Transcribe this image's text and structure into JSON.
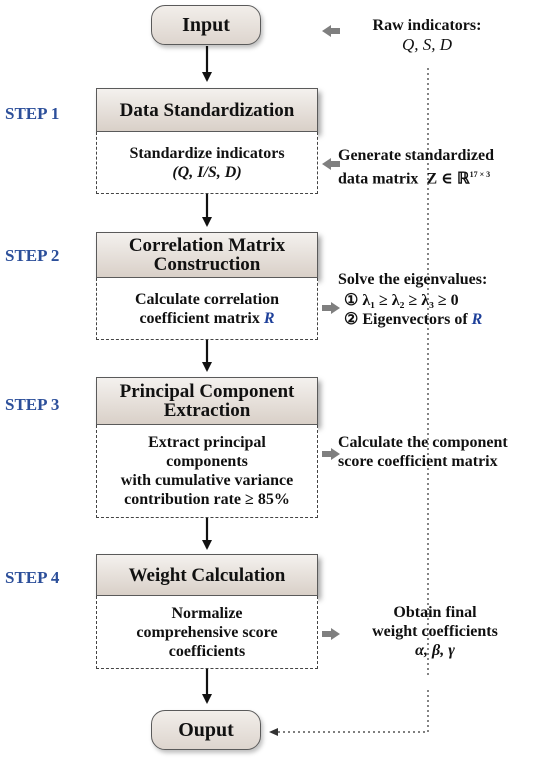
{
  "nodes": {
    "input": "Input",
    "output": "Ouput"
  },
  "steps": [
    {
      "label": "STEP 1",
      "title": "Data Standardization",
      "body_line1": "Standardize indicators",
      "body_line2": "(Q, I/S, D)"
    },
    {
      "label": "STEP 2",
      "title_line1": "Correlation Matrix",
      "title_line2": "Construction",
      "body_line1": "Calculate correlation",
      "body_line2_prefix": "coefficient matrix ",
      "body_line2_var": "R"
    },
    {
      "label": "STEP 3",
      "title_line1": "Principal Component",
      "title_line2": "Extraction",
      "body_line1": "Extract principal",
      "body_line2": "components",
      "body_line3": "with cumulative variance",
      "body_line4": "contribution rate ≥ 85%"
    },
    {
      "label": "STEP 4",
      "title": "Weight Calculation",
      "body_line1": "Normalize",
      "body_line2": "comprehensive score",
      "body_line3": "coefficients"
    }
  ],
  "side_notes": {
    "raw": {
      "line1": "Raw indicators:",
      "line2": "Q, S, D"
    },
    "standardized": {
      "line1": "Generate standardized",
      "line2_prefix": "data matrix  ",
      "line2_math": "Z ∈ ℝ",
      "line2_sup": "17 × 3"
    },
    "eigen": {
      "line1": "Solve the eigenvalues:",
      "item1": "① λ₁ ≥ λ₂ ≥ λ₃ ≥ 0",
      "item2_prefix": "② Eigenvectors of ",
      "item2_var": "R"
    },
    "score": {
      "line1": "Calculate the component",
      "line2": "score coefficient matrix"
    },
    "final": {
      "line1": "Obtain final",
      "line2": "weight coefficients",
      "line3": "α, β, γ"
    }
  },
  "colors": {
    "step_label": "#2c4f9a",
    "highlight_var": "#1d3f99",
    "box_fill_top": "#f4f1ee",
    "box_fill_bottom": "#d9d0c8",
    "side_arrow": "#7f7f7f"
  }
}
